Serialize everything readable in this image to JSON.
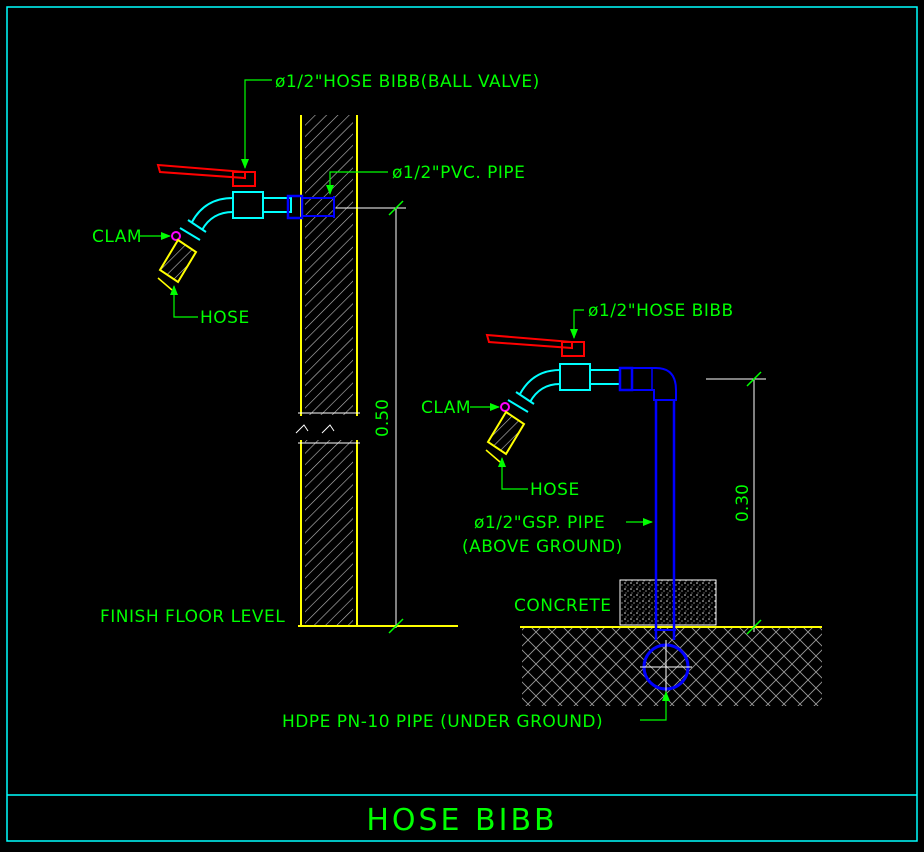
{
  "title": "HOSE BIBB",
  "left_detail": {
    "bibb_label": "ø1/2\"HOSE BIBB(BALL VALVE)",
    "pipe_label": "ø1/2\"PVC. PIPE",
    "clam_label": "CLAM",
    "hose_label": "HOSE",
    "floor_label": "FINISH FLOOR LEVEL",
    "dimension": "0.50"
  },
  "right_detail": {
    "bibb_label": "ø1/2\"HOSE BIBB",
    "clam_label": "CLAM",
    "hose_label": "HOSE",
    "gsp_label_line1": "ø1/2\"GSP. PIPE",
    "gsp_label_line2": "(ABOVE GROUND)",
    "concrete_label": "CONCRETE",
    "hdpe_label": "HDPE PN-10 PIPE (UNDER GROUND)",
    "dimension": "0.30"
  },
  "colors": {
    "background": "#000000",
    "frame": "#00ffff",
    "text": "#00ff00",
    "wall": "#ffff00",
    "pipe": "#0000ff",
    "valve_handle": "#ff0000",
    "fitting": "#00ffff",
    "clamp": "#ff00ff",
    "hatch": "#ffffff"
  }
}
